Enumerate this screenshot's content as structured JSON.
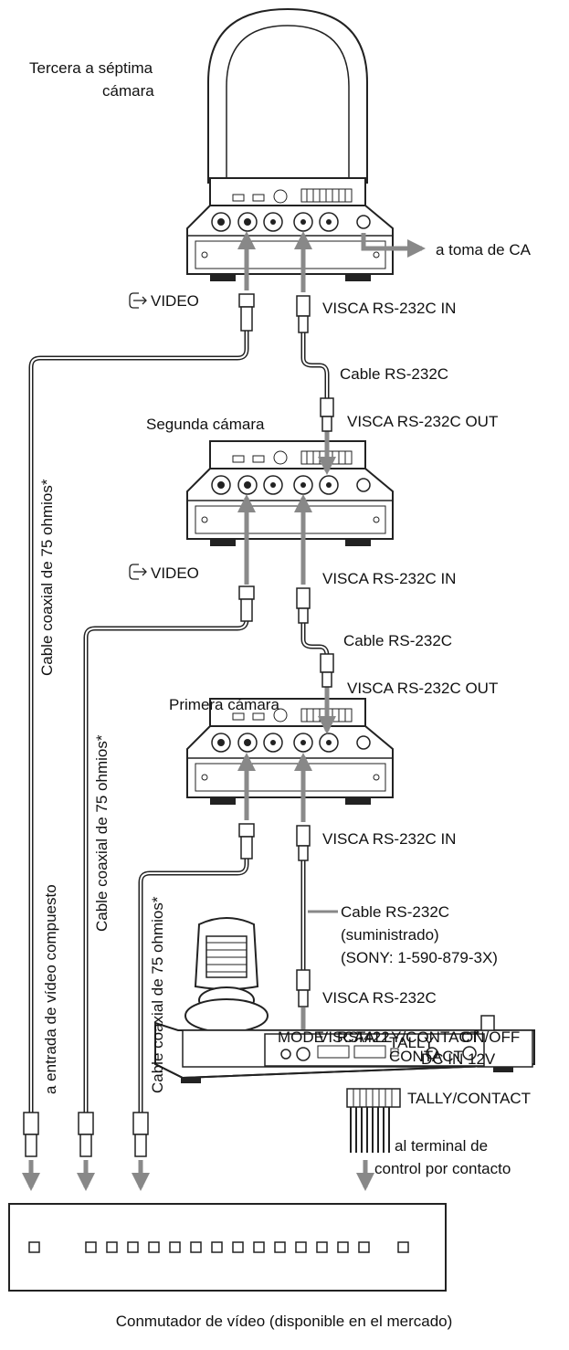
{
  "labels": {
    "third_camera_line1": "Tercera a séptima",
    "third_camera_line2": "cámara",
    "ac_outlet": "a toma de CA",
    "video_3": "VIDEO",
    "visca_in_3": "VISCA RS-232C IN",
    "cable_rs232_a": "Cable RS-232C",
    "second_camera": "Segunda cámara",
    "visca_out_2": "VISCA RS-232C OUT",
    "video_2": "VIDEO",
    "visca_in_2": "VISCA RS-232C IN",
    "cable_rs232_b": "Cable RS-232C",
    "visca_out_1": "VISCA RS-232C OUT",
    "first_camera": "Primera cámara",
    "visca_in_1": "VISCA RS-232C IN",
    "cable_rs232_c_line1": "Cable RS-232C",
    "cable_rs232_c_line2": "(suministrado)",
    "cable_rs232_c_line3": "(SONY: 1-590-879-3X)",
    "visca_controller": "VISCA RS-232C",
    "tally_contact": "TALLY/CONTACT",
    "contact_terminal_line1": "al terminal de",
    "contact_terminal_line2": "control por contacto",
    "switcher": "Conmutador de vídeo (disponible en el mercado)",
    "coax_1": "Cable coaxial de 75 ohmios*",
    "coax_2": "Cable coaxial de 75 ohmios*",
    "coax_3": "Cable coaxial de 75 ohmios*",
    "composite_input": "a entrada de vídeo compuesto"
  },
  "panel_labels": {
    "mode": "MODE",
    "visca": "VISCA",
    "rs422": "RS-422",
    "tally_contact_small": "TALLY/CONTACT",
    "tally": "TALLY",
    "contact": "CONTACT",
    "dc_in": "DC IN 12V",
    "on_off": "ON/OFF"
  }
}
